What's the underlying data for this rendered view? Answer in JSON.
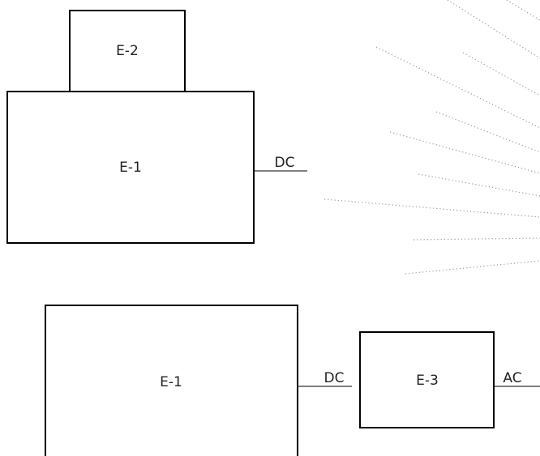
{
  "diagram_top": {
    "box_e2": {
      "label": "E-2"
    },
    "box_e1": {
      "label": "E-1"
    },
    "wire_out": {
      "label": "DC"
    }
  },
  "diagram_bottom": {
    "box_e1": {
      "label": "E-1"
    },
    "wire_dc": {
      "label": "DC"
    },
    "box_e3": {
      "label": "E-3"
    },
    "wire_ac": {
      "label": "AC"
    }
  },
  "colors": {
    "line": "#000000",
    "text": "#222222",
    "dotted_rays": "#9a9a9a",
    "background": "#ffffff"
  }
}
